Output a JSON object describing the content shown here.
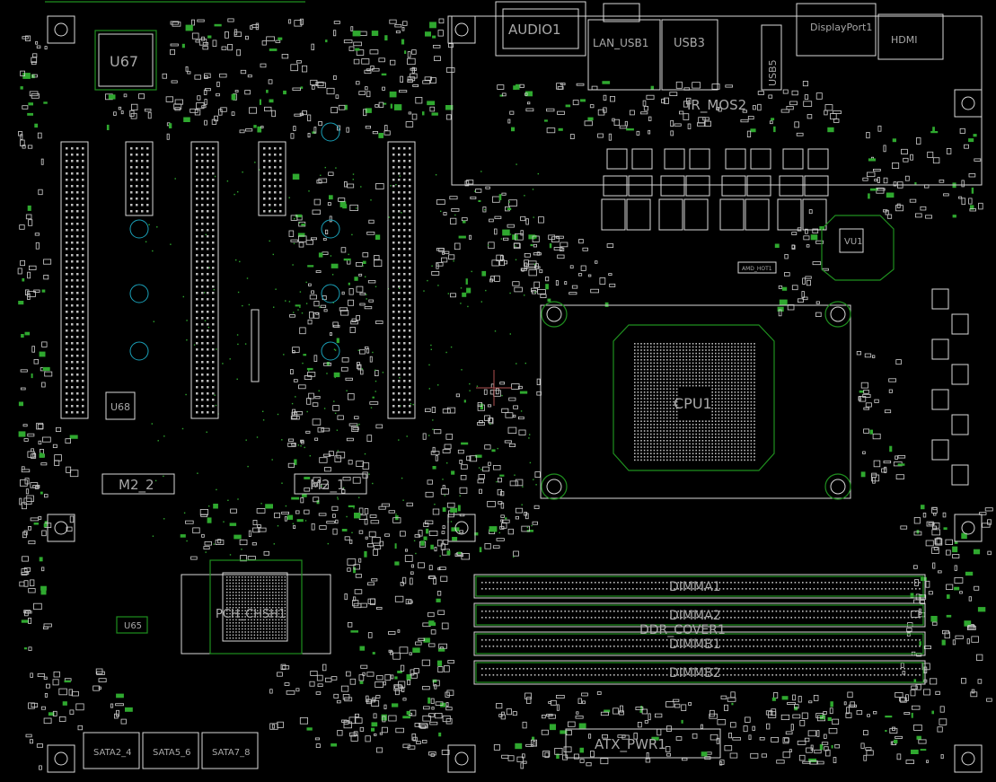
{
  "board": {
    "background": "#000000",
    "silk_color": "#d8d8d8",
    "copper_color": "#1f8f1f",
    "hole_color": "#1aa0b8"
  },
  "labels": {
    "u67": "U67",
    "u68": "U68",
    "audio": "AUDIO1",
    "lan_usb": "LAN_USB1",
    "usb3": "USB3",
    "usb5": "USB5",
    "displayport": "DisplayPort1",
    "hdmi": "HDMI",
    "mosfet": "IR_MOS2",
    "amd_hot": "AMD_HOT1",
    "cpu": "CPU1",
    "m2_2": "M2_2",
    "m2_1": "M2_1",
    "pch": "PCH_CHSH1",
    "dimm_a1": "DIMMA1",
    "dimm_a2": "DIMMA2",
    "dimm_b1": "DIMMB1",
    "dimm_b2": "DIMMB2",
    "ddr_cover": "DDR_COVER1",
    "atx": "ATX_PWR1",
    "sata2_4": "SATA2_4",
    "sata5_6": "SATA5_6",
    "sata7_8": "SATA7_8",
    "u65": "U65",
    "vu1": "VU1"
  }
}
